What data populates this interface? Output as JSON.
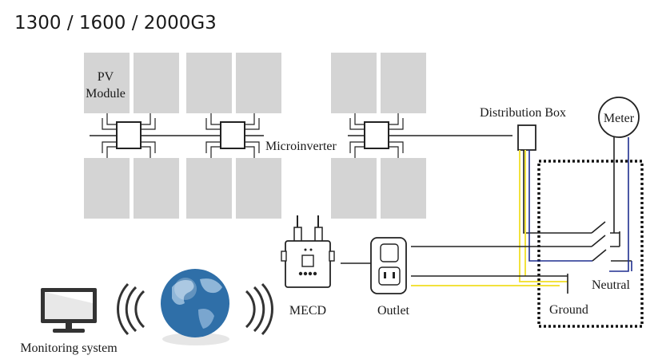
{
  "title": "1300 / 1600 / 2000G3",
  "labels": {
    "pv_module_line1": "PV",
    "pv_module_line2": "Module",
    "microinverter": "Microinverter",
    "distribution_box": "Distribution Box",
    "meter": "Meter",
    "neutral": "Neutral",
    "ground": "Ground",
    "mecd": "MECD",
    "outlet": "Outlet",
    "monitoring_system": "Monitoring system"
  },
  "colors": {
    "panel": "#d4d4d4",
    "wire": "#222222",
    "neutral_wire": "#1f2f8f",
    "ground_wire": "#f2e23c",
    "globe": "#2f6fa8"
  },
  "icons": {
    "microinverter": "microinverter-icon",
    "meter": "meter-icon",
    "mecd": "mecd-device-icon",
    "outlet": "outlet-icon",
    "monitor": "monitor-icon",
    "globe": "globe-icon",
    "wireless": "wireless-signal-icon"
  }
}
